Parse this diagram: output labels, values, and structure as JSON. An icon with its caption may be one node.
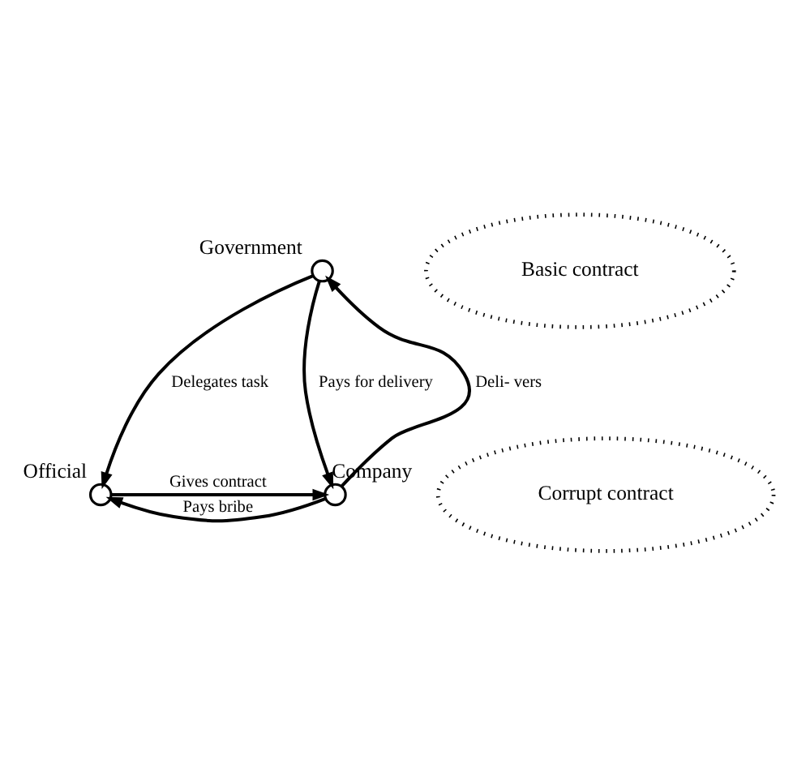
{
  "diagram": {
    "nodes": [
      {
        "text": [
          "Government"
        ]
      },
      {
        "text": [
          "Official"
        ]
      },
      {
        "text": [
          "Company"
        ]
      },
      {
        "text": [
          "Basic contract"
        ]
      },
      {
        "text": [
          "Corrupt contract"
        ]
      }
    ],
    "edges": [
      {
        "from": 0,
        "to": 1,
        "arrow": "to",
        "label": "Delegates task"
      },
      {
        "from": 0,
        "to": 2,
        "arrow": "to",
        "label": "Pays for delivery"
      },
      {
        "from": 2,
        "to": 0,
        "arrow": "to",
        "label": "Deli- vers"
      },
      {
        "from": 1,
        "to": 2,
        "arrow": "to",
        "label": "Gives contract"
      },
      {
        "from": 2,
        "to": 1,
        "arrow": "to",
        "label": "Pays bribe"
      }
    ]
  }
}
